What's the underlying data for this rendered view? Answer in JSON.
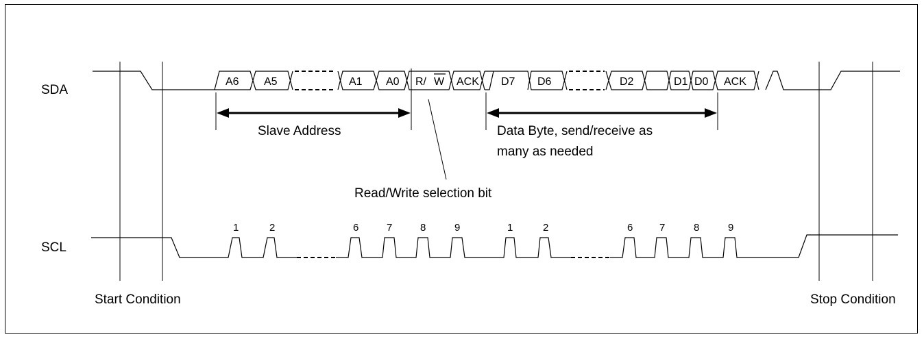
{
  "signals": {
    "sda": "SDA",
    "scl": "SCL"
  },
  "sda_bits": {
    "a6": "A6",
    "a5": "A5",
    "a1": "A1",
    "a0": "A0",
    "rw_r": "R/",
    "rw_w": "W",
    "ack1": "ACK",
    "d7": "D7",
    "d6": "D6",
    "d2": "D2",
    "d1": "D1",
    "d0": "D0",
    "ack2": "ACK"
  },
  "annotations": {
    "slave_address": "Slave Address",
    "data_byte_line1": "Data Byte, send/receive as",
    "data_byte_line2": "many as needed",
    "rw_select": "Read/Write selection bit",
    "start": "Start Condition",
    "stop": "Stop Condition"
  },
  "scl_pulses": {
    "g1": [
      "1",
      "2",
      "6",
      "7",
      "8",
      "9"
    ],
    "g2": [
      "1",
      "2",
      "6",
      "7",
      "8",
      "9"
    ]
  }
}
